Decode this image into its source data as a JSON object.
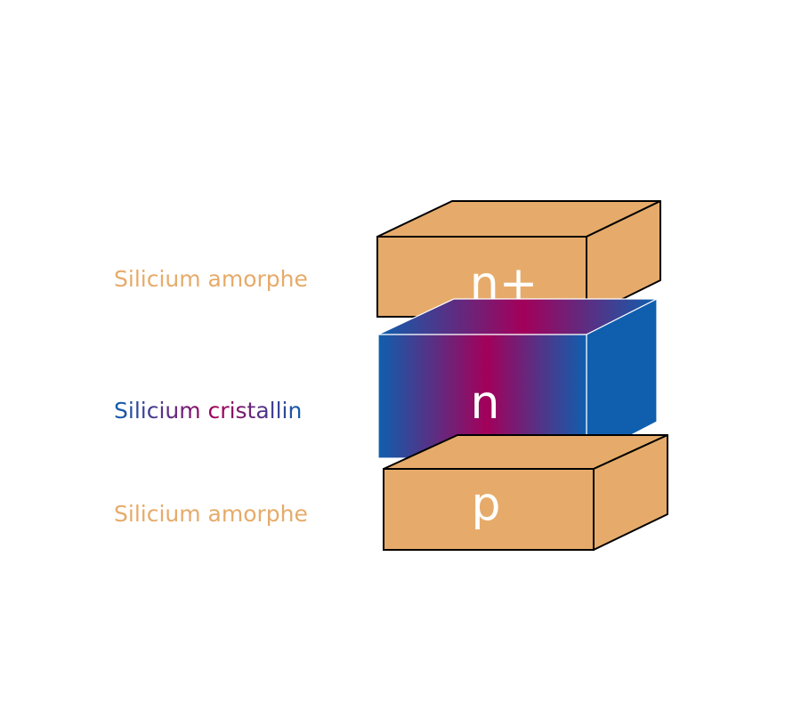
{
  "colors": {
    "amorphous": "#e6ab6a",
    "crystalline_edge": "#0f5fae",
    "crystalline_center": "#a3005a",
    "outline": "#000000",
    "face_text": "#ffffff"
  },
  "layers": [
    {
      "side_label": "Silicium amorphe",
      "face_label": "n+",
      "material": "amorphous"
    },
    {
      "side_label": "Silicium cristallin",
      "face_label": "n",
      "material": "crystalline"
    },
    {
      "side_label": "Silicium amorphe",
      "face_label": "p",
      "material": "amorphous"
    }
  ]
}
